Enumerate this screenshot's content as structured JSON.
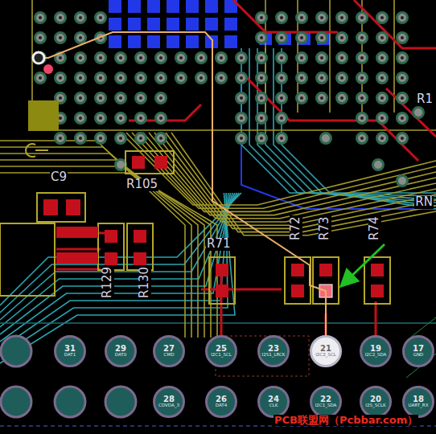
{
  "diagram": {
    "nodes": [
      {
        "text": [
          "31",
          "DAT1"
        ]
      },
      {
        "text": [
          "29",
          "DAT0"
        ]
      },
      {
        "text": [
          "27",
          "CMD"
        ]
      },
      {
        "text": [
          "25",
          "I2C1_SCL"
        ]
      },
      {
        "text": [
          "23",
          "I2S1_LRCK"
        ]
      },
      {
        "text": [
          "21",
          "I2C2_SCL"
        ]
      },
      {
        "text": [
          "19",
          "I2C2_SDA"
        ]
      },
      {
        "text": [
          "17",
          "GND"
        ]
      },
      {
        "text": [
          "28",
          "CDVDA_3"
        ]
      },
      {
        "text": [
          "26",
          "DAT4"
        ]
      },
      {
        "text": [
          "24",
          "CLK"
        ]
      },
      {
        "text": [
          "22",
          "I2C1_SDA"
        ]
      },
      {
        "text": [
          "20",
          "I2S_SCLK"
        ]
      },
      {
        "text": [
          "18",
          "UART_RX"
        ]
      }
    ],
    "labels": [
      "C9",
      "R105",
      "R129",
      "R130",
      "R71",
      "R72",
      "R73",
      "R74",
      "R1",
      "RN",
      "PCB联盟网（Pcbbar.com）"
    ]
  }
}
